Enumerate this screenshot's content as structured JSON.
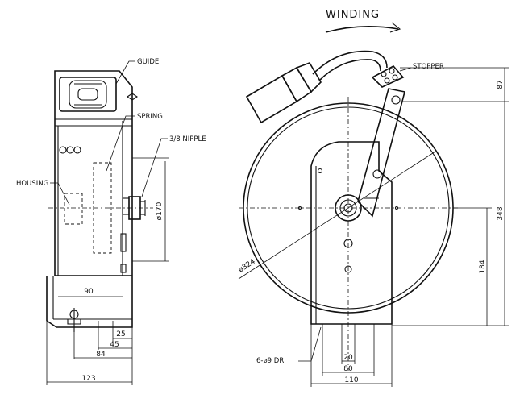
{
  "labels": {
    "winding": "WINDING",
    "guide": "GUIDE",
    "spring": "SPRING",
    "nipple": "3/8 NIPPLE",
    "housing": "HOUSING",
    "stopper": "STOPPER",
    "holes": "6-ø9 DR"
  },
  "dimensions": {
    "d170": "ø170",
    "w90": "90",
    "w25": "25",
    "w45": "45",
    "w84": "84",
    "w123": "123",
    "d324": "ø324",
    "h87": "87",
    "h348": "348",
    "h184": "184",
    "w20": "20",
    "w80": "80",
    "w110": "110"
  }
}
